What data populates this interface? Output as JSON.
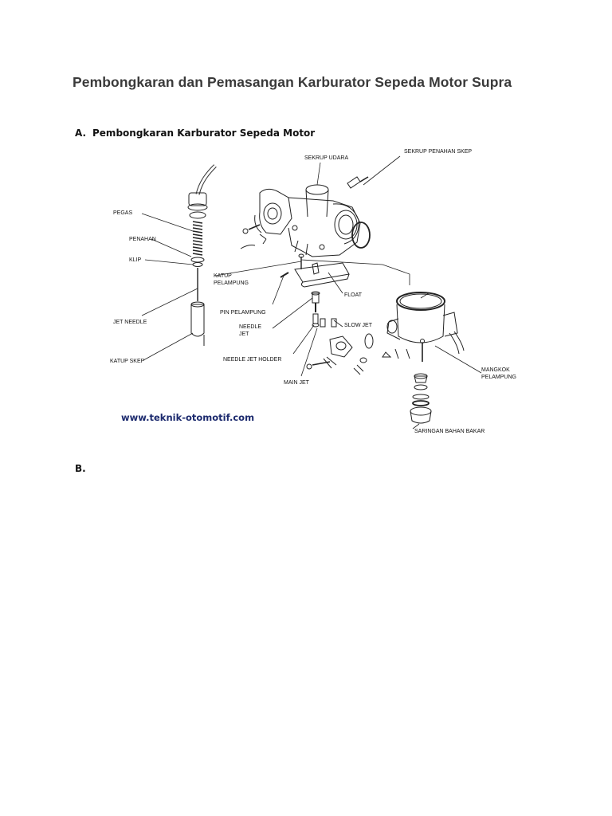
{
  "document": {
    "title": "Pembongkaran dan Pemasangan Karburator Sepeda Motor Supra",
    "sections": [
      {
        "marker": "A.",
        "heading": "Pembongkaran Karburator Sepeda Motor"
      },
      {
        "marker": "B.",
        "heading": ""
      }
    ]
  },
  "figure": {
    "labels": {
      "sekrup_udara": "SEKRUP UDARA",
      "sekrup_penahan_skep": "SEKRUP PENAHAN SKEP",
      "pegas": "PEGAS",
      "penahan": "PENAHAN",
      "klip": "KLIP",
      "katup_pelampung_1": "KATUP",
      "katup_pelampung_2": "PELAMPUNG",
      "float": "FLOAT",
      "jet_needle": "JET NEEDLE",
      "pin_pelampung": "PIN PELAMPUNG",
      "needle_jet_1": "NEEDLE",
      "needle_jet_2": "JET",
      "slow_jet": "SLOW JET",
      "katup_skep": "KATUP SKEP",
      "needle_jet_holder": "NEEDLE JET HOLDER",
      "main_jet": "MAIN JET",
      "mangkok_pelampung_1": "MANGKOK",
      "mangkok_pelampung_2": "PELAMPUNG",
      "saringan_bahan_bakar": "SARINGAN BAHAN BAKAR"
    },
    "watermark": "www.teknik-otomotif.com"
  }
}
